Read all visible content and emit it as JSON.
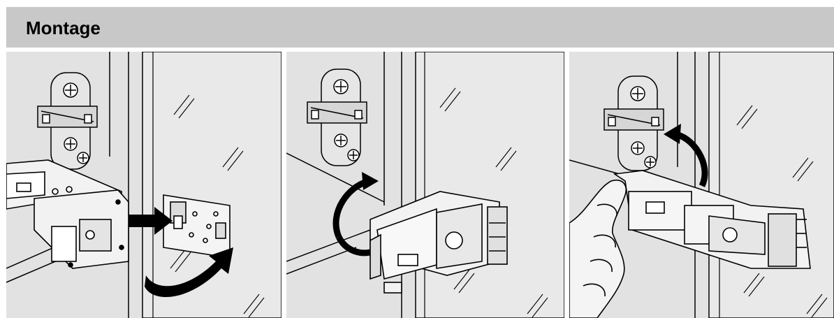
{
  "header": {
    "title": "Montage"
  },
  "colors": {
    "header_bg": "#c8c8c8",
    "panel_bg": "#e2e2e2",
    "glass_bg": "#e9e9e9",
    "line": "#000000",
    "arrow": "#000000"
  },
  "panels": [
    {
      "name": "step-1"
    },
    {
      "name": "step-2"
    },
    {
      "name": "step-3"
    }
  ]
}
